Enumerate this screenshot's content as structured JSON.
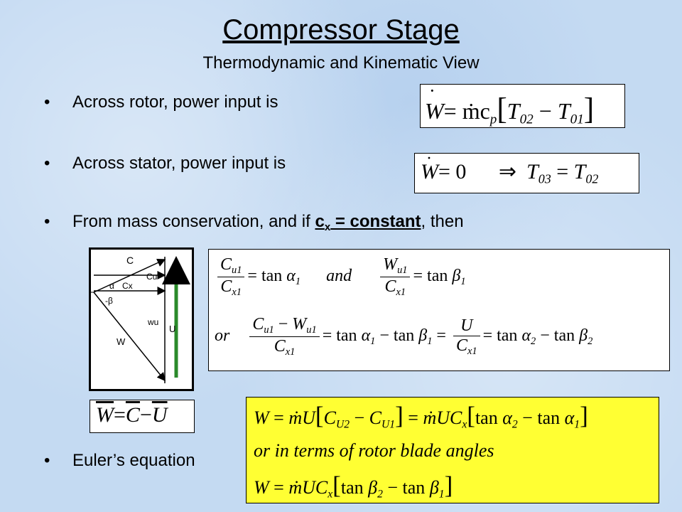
{
  "header": {
    "title": "Compressor Stage",
    "subtitle": "Thermodynamic and Kinematic View"
  },
  "bullets": [
    {
      "text": "Across rotor, power input is"
    },
    {
      "text": "Across stator, power input is"
    },
    {
      "text_pre": "From mass conservation, and if ",
      "cx_c": "c",
      "cx_x": "x",
      "cx_rest": " = constant",
      "text_post": ", then"
    },
    {
      "text": "Euler’s equation"
    }
  ],
  "equations": {
    "rotor_power": {
      "lhs": "W",
      "rhs_pre": "= ṁc",
      "p": "p",
      "T02": "T",
      "sub02": "02",
      "minus": " − ",
      "T01": "T",
      "sub01": "01"
    },
    "stator_power": {
      "lhs": "W",
      "eq0": "= 0",
      "implies": "⇒",
      "T03": "T",
      "sub03": "03",
      "eq": " = ",
      "T02": "T",
      "sub02": "02"
    },
    "vector": {
      "W": "W",
      "C": "C",
      "U": "U"
    },
    "tan_relations": {
      "and": "and",
      "or": "or",
      "tan": "tan",
      "alpha": "α",
      "beta": "β"
    },
    "euler": {
      "line2": "or in terms of rotor blade angles"
    }
  },
  "diagram": {
    "labels": [
      "C",
      "Cu",
      "α",
      "Cx",
      "-β",
      "wu",
      "U",
      "W"
    ]
  }
}
